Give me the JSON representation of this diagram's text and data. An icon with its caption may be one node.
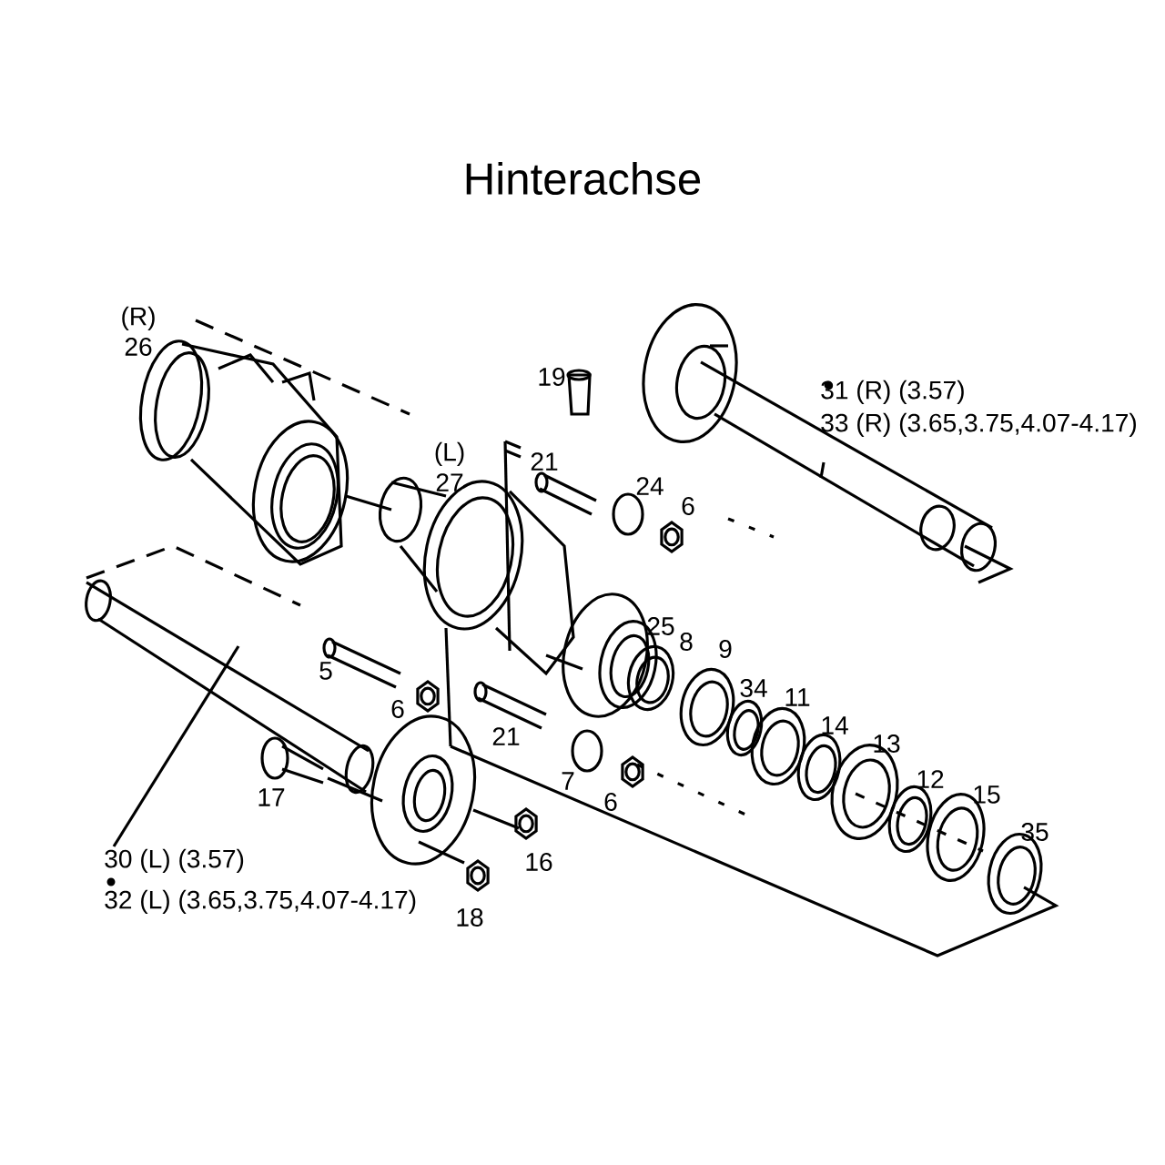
{
  "diagram": {
    "title": "Hinterachse",
    "labels": [
      "(R)",
      "26",
      "19",
      "31 (R) (3.57)",
      "33 (R) (3.65,3.75,4.07-4.17)",
      "(L)",
      "27",
      "21",
      "24",
      "6",
      "25",
      "8",
      "9",
      "5",
      "34",
      "11",
      "6",
      "21",
      "14",
      "13",
      "7",
      "6",
      "12",
      "15",
      "17",
      "16",
      "35",
      "30 (L) (3.57)",
      "32 (L) (3.65,3.75,4.07-4.17)",
      "18"
    ]
  }
}
